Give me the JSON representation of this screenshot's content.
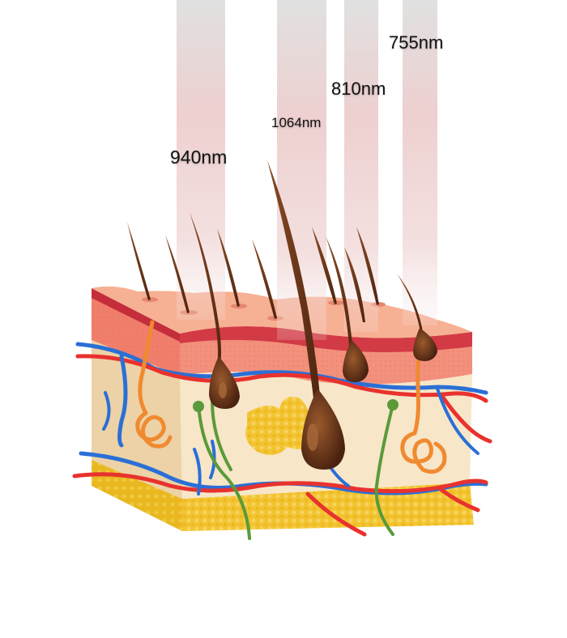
{
  "diagram": {
    "wavelengths": [
      {
        "id": "940",
        "label": "940nm"
      },
      {
        "id": "1064",
        "label": "1064nm"
      },
      {
        "id": "810",
        "label": "810nm"
      },
      {
        "id": "755",
        "label": "755nm"
      }
    ],
    "colors": {
      "beam_top": "#d9d9d9",
      "beam_mid": "#e8bcbc",
      "epidermis": "#f5a98a",
      "epidermis_dots": "#f08a7a",
      "dermis_line": "#c8313f",
      "dermis": "#f7e3c2",
      "fat": "#f4c430",
      "artery": "#e8322e",
      "vein": "#2a6fd6",
      "nerve": "#5a9a3a",
      "gland": "#f08a30",
      "hair": "#6b3a1e"
    }
  }
}
